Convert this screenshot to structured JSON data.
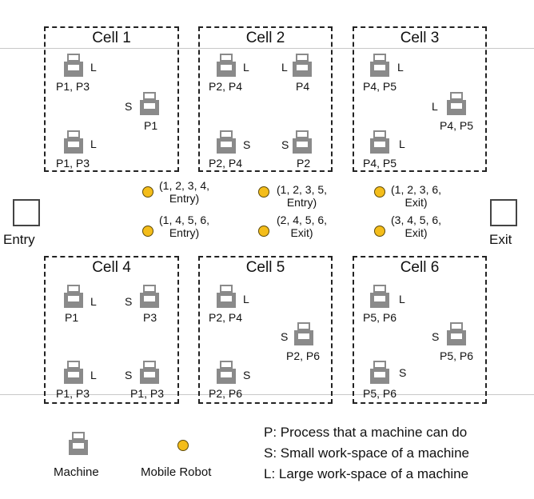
{
  "cells": [
    {
      "title": "Cell 1",
      "machines": [
        {
          "left": "",
          "right": "L",
          "procs": "P1, P3"
        },
        {
          "left": "S",
          "right": "",
          "procs": "P1"
        },
        {
          "left": "",
          "right": "L",
          "procs": "P1, P3"
        }
      ]
    },
    {
      "title": "Cell 2",
      "machines": [
        {
          "left": "",
          "right": "L",
          "procs": "P2, P4"
        },
        {
          "left": "L",
          "right": "",
          "procs": "P4"
        },
        {
          "left": "",
          "right": "S",
          "procs": "P2, P4"
        },
        {
          "left": "S",
          "right": "",
          "procs": "P2"
        }
      ]
    },
    {
      "title": "Cell 3",
      "machines": [
        {
          "left": "",
          "right": "L",
          "procs": "P4, P5"
        },
        {
          "left": "L",
          "right": "",
          "procs": "P4, P5"
        },
        {
          "left": "",
          "right": "L",
          "procs": "P4, P5"
        }
      ]
    },
    {
      "title": "Cell 4",
      "machines": [
        {
          "left": "",
          "right": "L",
          "procs": "P1"
        },
        {
          "left": "S",
          "right": "",
          "procs": "P3"
        },
        {
          "left": "",
          "right": "L",
          "procs": "P1, P3"
        },
        {
          "left": "S",
          "right": "",
          "procs": "P1, P3"
        }
      ]
    },
    {
      "title": "Cell 5",
      "machines": [
        {
          "left": "",
          "right": "L",
          "procs": "P2, P4"
        },
        {
          "left": "S",
          "right": "",
          "procs": "P2, P6"
        },
        {
          "left": "",
          "right": "S",
          "procs": "P2, P6"
        }
      ]
    },
    {
      "title": "Cell 6",
      "machines": [
        {
          "left": "",
          "right": "L",
          "procs": "P5, P6"
        },
        {
          "left": "S",
          "right": "",
          "procs": "P5, P6"
        },
        {
          "left": "",
          "right": "S",
          "procs": "P5, P6"
        }
      ]
    }
  ],
  "robots": [
    {
      "line1": "(1, 2, 3, 4,",
      "line2": "Entry)"
    },
    {
      "line1": "(1, 4, 5, 6,",
      "line2": "Entry)"
    },
    {
      "line1": "(1, 2, 3, 5,",
      "line2": "Entry)"
    },
    {
      "line1": "(2, 4, 5, 6,",
      "line2": "Exit)"
    },
    {
      "line1": "(1, 2, 3, 6,",
      "line2": "Exit)"
    },
    {
      "line1": "(3, 4, 5, 6,",
      "line2": "Exit)"
    }
  ],
  "entry_label": "Entry",
  "exit_label": "Exit",
  "legend": {
    "machine_label": "Machine",
    "robot_label": "Mobile Robot",
    "notes": [
      "P: Process that a machine can do",
      "S: Small work-space of a machine",
      "L: Large work-space of a machine"
    ]
  },
  "colors": {
    "machine": "#8a8a8a",
    "robot": "#f4bd1a",
    "border": "#222222"
  }
}
